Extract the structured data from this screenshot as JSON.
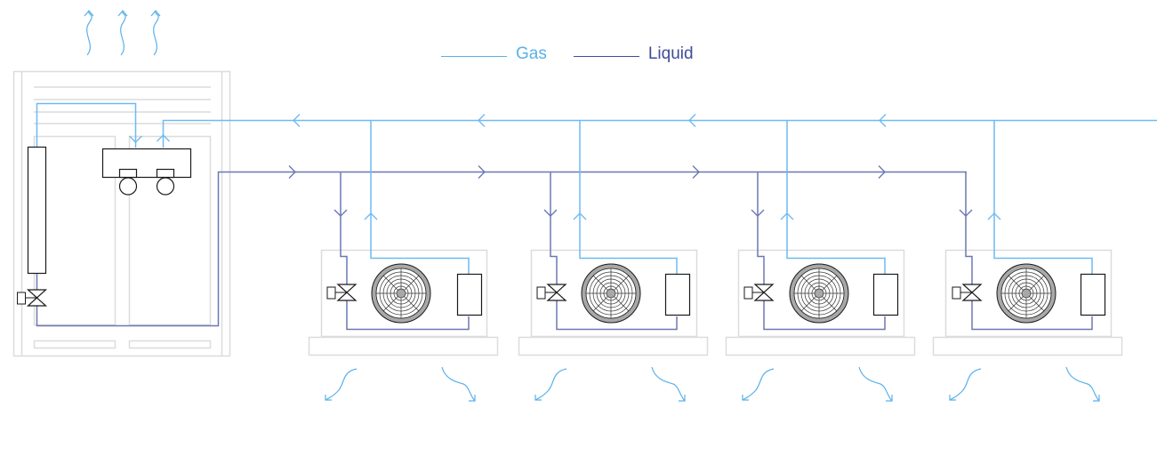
{
  "legend": {
    "gas": {
      "label": "Gas",
      "color": "#5ab0ea"
    },
    "liquid": {
      "label": "Liquid",
      "color": "#3e4d9a"
    }
  },
  "colors": {
    "gas": "#6fbaf0",
    "liquid": "#6b78b4",
    "housing": "#dcdcdc",
    "component": "#1a1a1a",
    "fan_ring": "#a8a8a8",
    "airflow": "#5ab0ea"
  },
  "diagram": {
    "condensing_unit": {
      "name": "condensing-unit",
      "compressors": 2,
      "has_receiver": true,
      "has_expansion_valve": true
    },
    "evaporator_units": [
      {
        "name": "evaporator-1"
      },
      {
        "name": "evaporator-2"
      },
      {
        "name": "evaporator-3"
      },
      {
        "name": "evaporator-4"
      }
    ]
  }
}
